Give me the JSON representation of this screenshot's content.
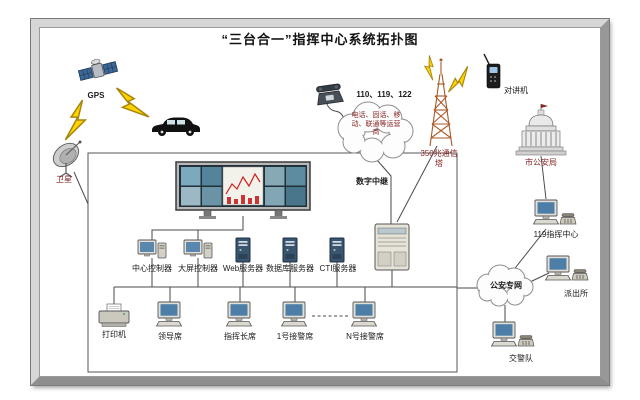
{
  "title": "“三台合一”指挥中心系统拓扑图",
  "external": {
    "gps": "GPS",
    "satellite": "卫星",
    "hotlines": "110、119、122",
    "telecom_cloud": "电话、固话、移动、联通等运营商",
    "digital_trunk": "数字中继",
    "radio_tower": "350兆通信塔",
    "walkie_talkie": "对讲机",
    "city_bureau": "市公安局",
    "fire_center": "119指挥中心",
    "police_network": "公安专网",
    "police_station": "派出所",
    "traffic_police": "交警队"
  },
  "internal": {
    "center_controller": "中心控制器",
    "screen_controller": "大屏控制器",
    "web_server": "Web服务器",
    "database_server": "数据库服务器",
    "cti_server": "CTI服务器",
    "printer": "打印机",
    "leader_seat": "领导席",
    "commander_seat": "指挥长席",
    "seat_1": "1号接警席",
    "seat_n": "N号接警席"
  },
  "colors": {
    "accent_red": "#8b2626",
    "bolt_yellow": "#ffd400",
    "screen_blue": "#4d7ea8"
  }
}
